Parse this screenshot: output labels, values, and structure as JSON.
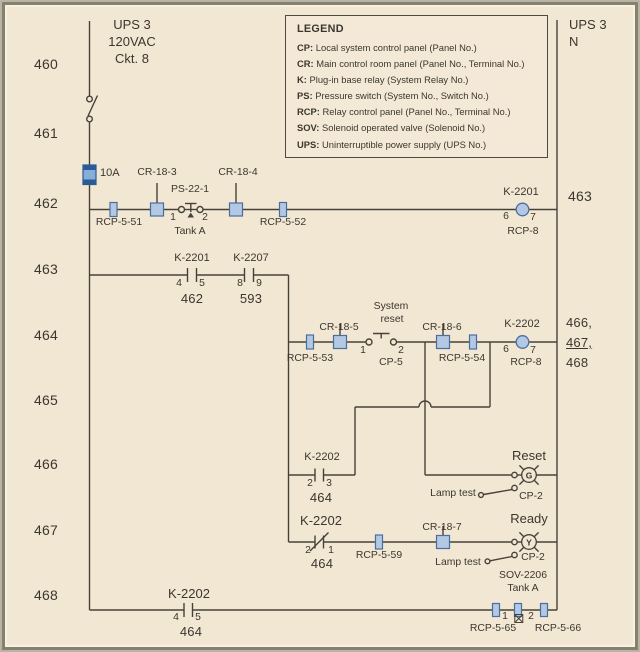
{
  "colors": {
    "background": "#f2e7d3",
    "line": "#46423b",
    "text": "#3b372f",
    "component_fill": "#b3c9e3",
    "component_border": "#4a6f9f",
    "fuse_dark": "#2b5b96",
    "fuse_light": "#86aed8"
  },
  "header": {
    "left_rail": [
      "UPS 3",
      "120VAC",
      "Ckt. 8"
    ],
    "right_rail": [
      "UPS 3",
      "N"
    ]
  },
  "margins": {
    "left": [
      "460",
      "461",
      "462",
      "463",
      "464",
      "465",
      "466",
      "467",
      "468"
    ],
    "right_row462": "463",
    "right_row464": [
      "466,",
      "467,",
      "468"
    ]
  },
  "legend": {
    "title": "LEGEND",
    "entries": [
      {
        "term": "CP:",
        "desc": " Local system control panel (Panel No.)"
      },
      {
        "term": "CR:",
        "desc": " Main control room panel (Panel No., Terminal No.)"
      },
      {
        "term": "K:",
        "desc": " Plug-in base relay (System Relay No.)"
      },
      {
        "term": "PS:",
        "desc": " Pressure switch (System No., Switch No.)"
      },
      {
        "term": "RCP:",
        "desc": " Relay control panel (Panel No., Terminal No.)"
      },
      {
        "term": "SOV:",
        "desc": " Solenoid operated valve (Solenoid No.)"
      },
      {
        "term": "UPS:",
        "desc": " Uninterruptible power supply (UPS No.)"
      }
    ]
  },
  "row462": {
    "fuse": "10A",
    "rcp_left": "RCP-5-51",
    "cr_left": "CR-18-3",
    "ps": "PS-22-1",
    "ps_t1": "1",
    "ps_t2": "2",
    "ps_sub": "Tank A",
    "cr_right": "CR-18-4",
    "rcp_right": "RCP-5-52",
    "coil": "K-2201",
    "coil_t1": "6",
    "coil_t2": "7",
    "coil_sub": "RCP-8"
  },
  "row463": {
    "k1": "K-2201",
    "k1_t1": "4",
    "k1_t2": "5",
    "k1_ref": "462",
    "k2": "K-2207",
    "k2_t1": "8",
    "k2_t2": "9",
    "k2_ref": "593"
  },
  "row464": {
    "rcp_left": "RCP-5-53",
    "cr_left": "CR-18-5",
    "pb_line1": "System",
    "pb_line2": "reset",
    "pb_t1": "1",
    "pb_t2": "2",
    "pb_sub": "CP-5",
    "cr_right": "CR-18-6",
    "rcp_right": "RCP-5-54",
    "coil": "K-2202",
    "coil_t1": "6",
    "coil_t2": "7",
    "coil_sub": "RCP-8"
  },
  "row466": {
    "k": "K-2202",
    "k_t1": "2",
    "k_t2": "3",
    "k_ref": "464",
    "lamp_name": "Reset",
    "lamp_letter": "G",
    "lamp_test": "Lamp test",
    "cp": "CP-2"
  },
  "row467": {
    "k": "K-2202",
    "k_t1": "2",
    "k_t2": "1",
    "k_ref": "464",
    "rcp": "RCP-5-59",
    "cr": "CR-18-7",
    "lamp_name": "Ready",
    "lamp_letter": "Y",
    "lamp_test": "Lamp test",
    "cp": "CP-2",
    "sov": "SOV-2206",
    "sov_sub": "Tank A"
  },
  "row468": {
    "k": "K-2202",
    "k_t1": "4",
    "k_t2": "5",
    "k_ref": "464",
    "sov_t1": "1",
    "sov_t2": "2",
    "rcp_left": "RCP-5-65",
    "rcp_right": "RCP-5-66"
  }
}
